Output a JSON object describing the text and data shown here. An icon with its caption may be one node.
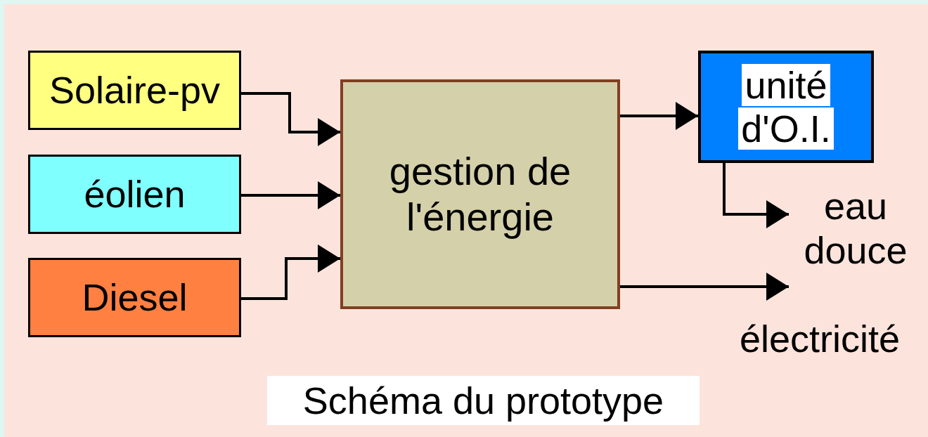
{
  "diagram": {
    "caption": "Schéma du prototype",
    "nodes": [
      {
        "text": [
          "Solaire-pv"
        ]
      },
      {
        "text": [
          "éolien"
        ]
      },
      {
        "text": [
          "Diesel"
        ]
      },
      {
        "text": [
          "gestion de l'énergie"
        ]
      },
      {
        "text": [
          "unité d'O.I."
        ]
      },
      {
        "text": [
          "eau douce"
        ]
      },
      {
        "text": [
          "électricité"
        ]
      }
    ],
    "edges": [
      {
        "from": 0,
        "to": 3,
        "arrow": "to"
      },
      {
        "from": 1,
        "to": 3,
        "arrow": "to"
      },
      {
        "from": 2,
        "to": 3,
        "arrow": "to"
      },
      {
        "from": 3,
        "to": 4,
        "arrow": "to"
      },
      {
        "from": 4,
        "to": 5,
        "arrow": "to"
      },
      {
        "from": 3,
        "to": 6,
        "arrow": "to"
      }
    ]
  }
}
